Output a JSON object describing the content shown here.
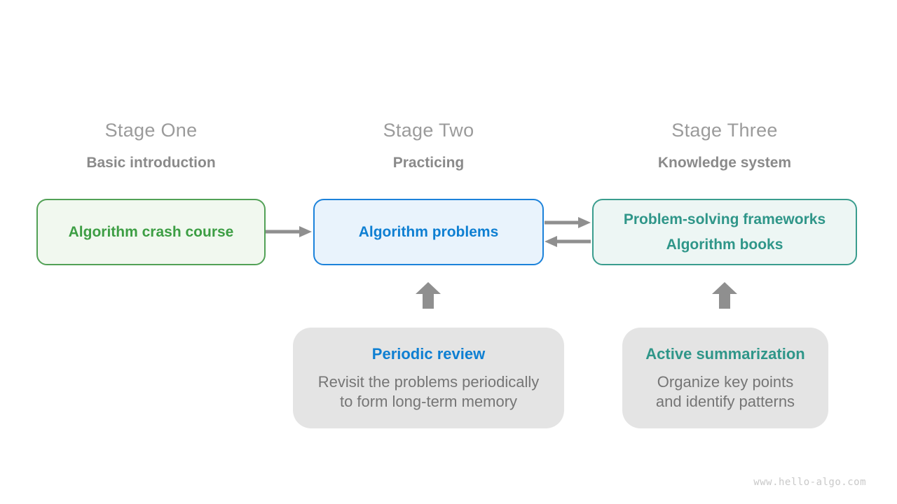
{
  "stages": [
    {
      "title": "Stage One",
      "subtitle": "Basic introduction",
      "box_lines": [
        "Algorithm crash course"
      ],
      "accent": "#3d9e44",
      "box_bg": "#f1f8ef",
      "box_border": "#52a156"
    },
    {
      "title": "Stage Two",
      "subtitle": "Practicing",
      "box_lines": [
        "Algorithm problems"
      ],
      "accent": "#0e7fd2",
      "box_bg": "#e9f3fc",
      "box_border": "#1c82da"
    },
    {
      "title": "Stage Three",
      "subtitle": "Knowledge system",
      "box_lines": [
        "Problem-solving frameworks",
        "Algorithm books"
      ],
      "accent": "#2f9689",
      "box_bg": "#edf6f4",
      "box_border": "#3a9d8e"
    }
  ],
  "notes": [
    {
      "title": "Periodic review",
      "body_lines": [
        "Revisit the problems periodically",
        "to form long-term memory"
      ],
      "accent": "#0e7fd2",
      "points_to": "Algorithm problems"
    },
    {
      "title": "Active summarization",
      "body_lines": [
        "Organize key points",
        "and identify patterns"
      ],
      "accent": "#2f9689",
      "points_to": "Problem-solving frameworks / Algorithm books"
    }
  ],
  "icons": {
    "arrow_right": "→",
    "arrow_left": "←",
    "arrow_up": "⬆"
  },
  "watermark": "www.hello-algo.com",
  "colors": {
    "stage_title": "#9b9b9b",
    "stage_subtitle": "#8a8a8a",
    "arrow": "#8f8f8f",
    "note_bg": "#e4e4e4",
    "note_body_text": "#757575",
    "watermark": "#c9c9c9"
  }
}
